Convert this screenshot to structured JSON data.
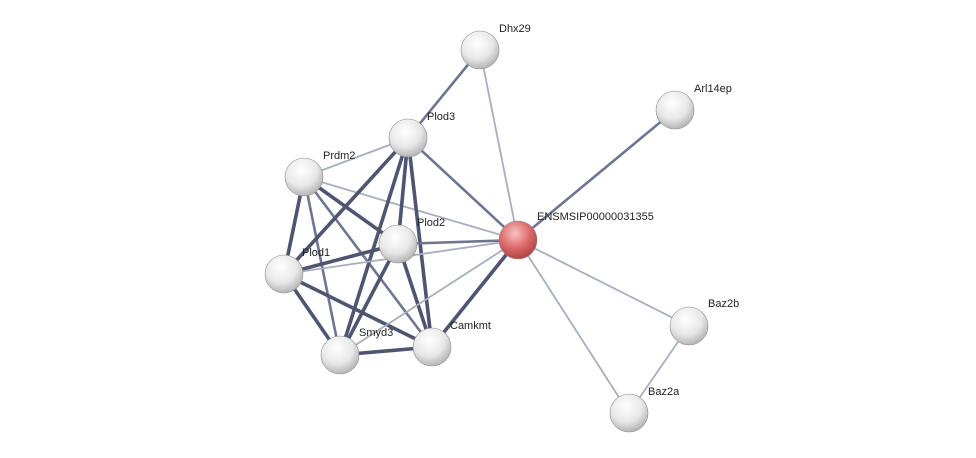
{
  "network": {
    "nodes": [
      {
        "id": "dhx29",
        "label": "Dhx29",
        "kind": "neighbor"
      },
      {
        "id": "arl14ep",
        "label": "Arl14ep",
        "kind": "neighbor"
      },
      {
        "id": "plod3",
        "label": "Plod3",
        "kind": "neighbor"
      },
      {
        "id": "prdm2",
        "label": "Prdm2",
        "kind": "neighbor"
      },
      {
        "id": "ensmsip",
        "label": "ENSMSIP00000031355",
        "kind": "query"
      },
      {
        "id": "plod2",
        "label": "Plod2",
        "kind": "neighbor"
      },
      {
        "id": "plod1",
        "label": "Plod1",
        "kind": "neighbor"
      },
      {
        "id": "baz2b",
        "label": "Baz2b",
        "kind": "neighbor"
      },
      {
        "id": "camkmt",
        "label": "Camkmt",
        "kind": "neighbor"
      },
      {
        "id": "smyd3",
        "label": "Smyd3",
        "kind": "neighbor"
      },
      {
        "id": "baz2a",
        "label": "Baz2a",
        "kind": "neighbor"
      }
    ],
    "edges": [
      {
        "source": "dhx29",
        "target": "plod3",
        "strength": "medium"
      },
      {
        "source": "dhx29",
        "target": "ensmsip",
        "strength": "light"
      },
      {
        "source": "arl14ep",
        "target": "ensmsip",
        "strength": "medium"
      },
      {
        "source": "prdm2",
        "target": "plod3",
        "strength": "light"
      },
      {
        "source": "prdm2",
        "target": "plod1",
        "strength": "strong"
      },
      {
        "source": "prdm2",
        "target": "plod2",
        "strength": "strong"
      },
      {
        "source": "prdm2",
        "target": "smyd3",
        "strength": "medium"
      },
      {
        "source": "prdm2",
        "target": "camkmt",
        "strength": "medium"
      },
      {
        "source": "prdm2",
        "target": "ensmsip",
        "strength": "light"
      },
      {
        "source": "plod3",
        "target": "plod1",
        "strength": "strong"
      },
      {
        "source": "plod3",
        "target": "plod2",
        "strength": "strong"
      },
      {
        "source": "plod3",
        "target": "smyd3",
        "strength": "strong"
      },
      {
        "source": "plod3",
        "target": "camkmt",
        "strength": "strong"
      },
      {
        "source": "plod3",
        "target": "ensmsip",
        "strength": "medium"
      },
      {
        "source": "plod1",
        "target": "plod2",
        "strength": "strong"
      },
      {
        "source": "plod1",
        "target": "smyd3",
        "strength": "strong"
      },
      {
        "source": "plod1",
        "target": "camkmt",
        "strength": "strong"
      },
      {
        "source": "plod1",
        "target": "ensmsip",
        "strength": "light"
      },
      {
        "source": "plod2",
        "target": "smyd3",
        "strength": "strong"
      },
      {
        "source": "plod2",
        "target": "camkmt",
        "strength": "strong"
      },
      {
        "source": "plod2",
        "target": "ensmsip",
        "strength": "medium"
      },
      {
        "source": "smyd3",
        "target": "camkmt",
        "strength": "strong"
      },
      {
        "source": "smyd3",
        "target": "ensmsip",
        "strength": "light"
      },
      {
        "source": "camkmt",
        "target": "ensmsip",
        "strength": "strong"
      },
      {
        "source": "ensmsip",
        "target": "baz2b",
        "strength": "light"
      },
      {
        "source": "ensmsip",
        "target": "baz2a",
        "strength": "light"
      },
      {
        "source": "baz2b",
        "target": "baz2a",
        "strength": "light"
      }
    ],
    "colors": {
      "query_node": "#e06c6c",
      "neighbor_node": "#f2f2f2",
      "edge_strong": "#4f5570",
      "edge_medium": "#6f7590",
      "edge_light": "#a9adc0"
    }
  }
}
